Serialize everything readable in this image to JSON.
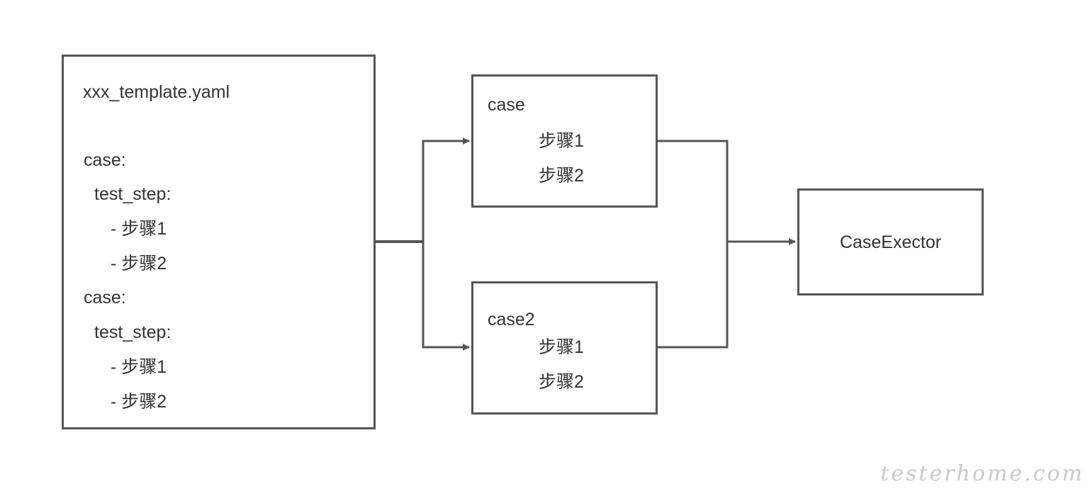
{
  "template_box": {
    "filename": "xxx_template.yaml",
    "lines": [
      "case:",
      "test_step:",
      "- 步骤1",
      "- 步骤2",
      "case:",
      "test_step:",
      "- 步骤1",
      "- 步骤2"
    ]
  },
  "case_box_1": {
    "title": "case",
    "steps": [
      "步骤1",
      "步骤2"
    ]
  },
  "case_box_2": {
    "title": "case2",
    "steps": [
      "步骤1",
      "步骤2"
    ]
  },
  "executor_box": {
    "label": "CaseExector"
  },
  "watermark": "testerhome.com",
  "colors": {
    "stroke": "#555555",
    "text": "#333333",
    "watermark": "#c9c9c9"
  }
}
